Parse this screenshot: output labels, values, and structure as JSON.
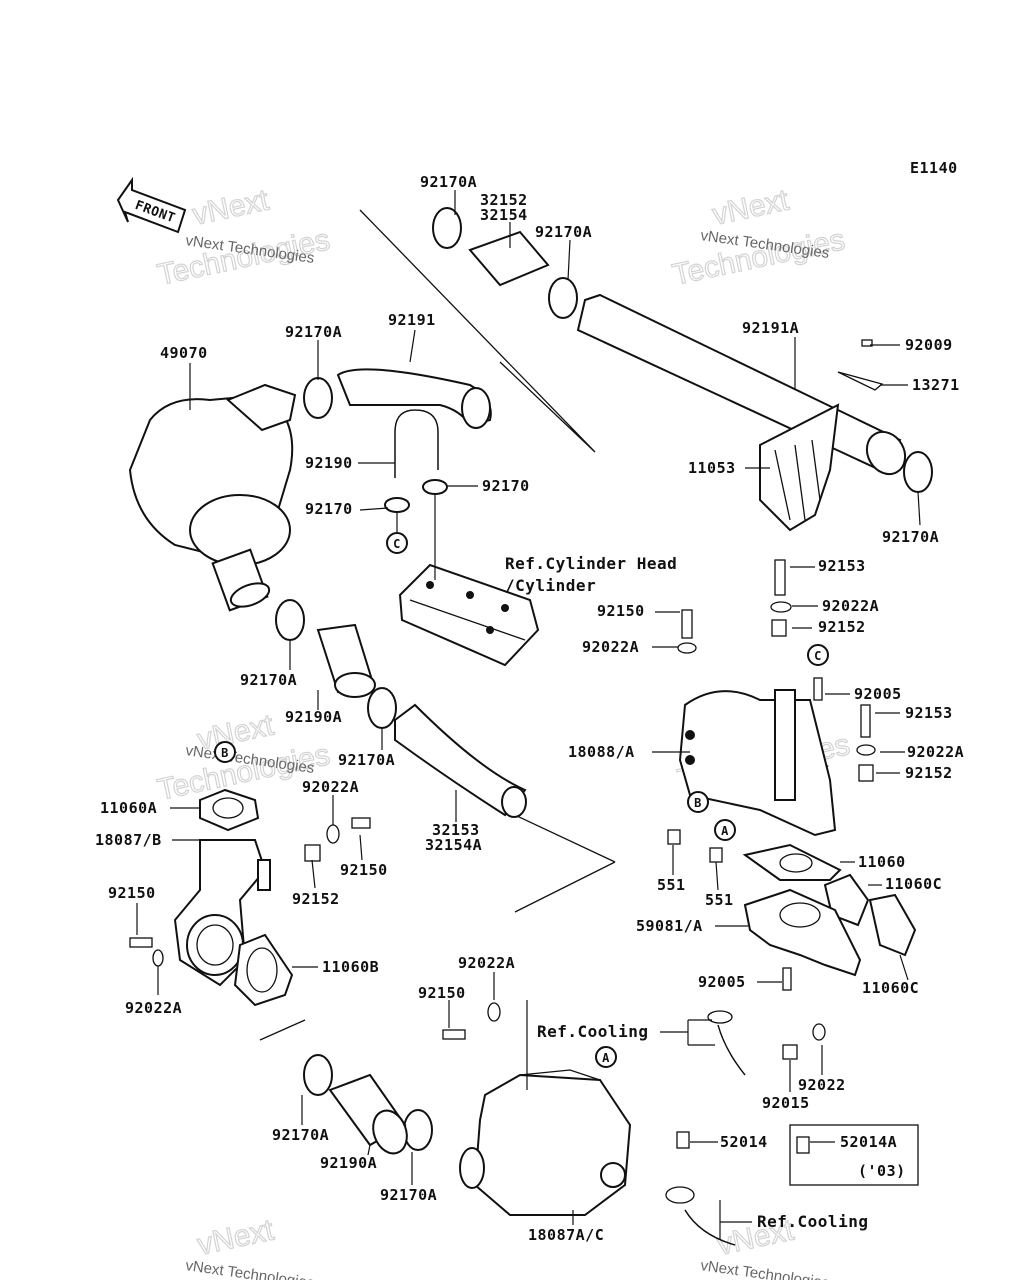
{
  "diagram_code": "E1140",
  "front_label": "FRONT",
  "watermark": {
    "line1": "vNext",
    "line2": "Technologies",
    "small": "vNext Technologies"
  },
  "callouts": {
    "A": "A",
    "B": "B",
    "C": "C"
  },
  "labels": [
    "92170A",
    "32152",
    "32154",
    "92170A",
    "49070",
    "92170A",
    "92191",
    "92191A",
    "92009",
    "13271",
    "11053",
    "92170A",
    "92190",
    "92170",
    "92170",
    "Ref.Cylinder Head",
    "/Cylinder",
    "92153",
    "92022A",
    "92150",
    "92152",
    "92022A",
    "92005",
    "92153",
    "92170A",
    "92190A",
    "92170A",
    "18088/A",
    "92022A",
    "92152",
    "11060A",
    "92022A",
    "32153",
    "32154A",
    "18087/B",
    "92150",
    "92152",
    "551",
    "551",
    "11060",
    "11060C",
    "92150",
    "59081/A",
    "11060B",
    "92022A",
    "11060C",
    "92005",
    "92022A",
    "92150",
    "Ref.Cooling",
    "92022",
    "92015",
    "92170A",
    "92190A",
    "92170A",
    "52014",
    "52014A",
    "('03)",
    "Ref.Cooling",
    "18087A/C"
  ]
}
